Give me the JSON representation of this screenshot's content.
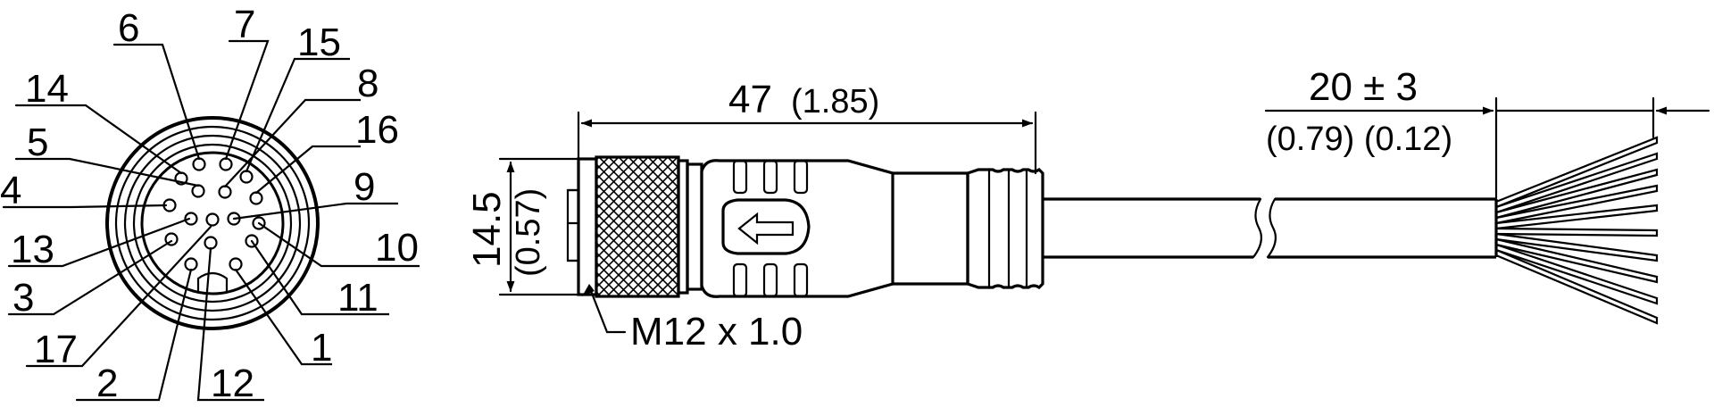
{
  "colors": {
    "ink": "#000000",
    "paper": "#ffffff"
  },
  "pinout": {
    "labels": [
      "6",
      "7",
      "15",
      "14",
      "8",
      "5",
      "16",
      "4",
      "9",
      "13",
      "10",
      "3",
      "11",
      "17",
      "1",
      "2",
      "12"
    ]
  },
  "dimensions": {
    "overall_length": "47",
    "overall_length_in": "(1.85)",
    "diameter": "14.5",
    "diameter_in": "(0.57)",
    "strip_length": "20 ± 3",
    "strip_length_in": "(0.79) (0.12)",
    "thread": "M12 x 1.0"
  }
}
